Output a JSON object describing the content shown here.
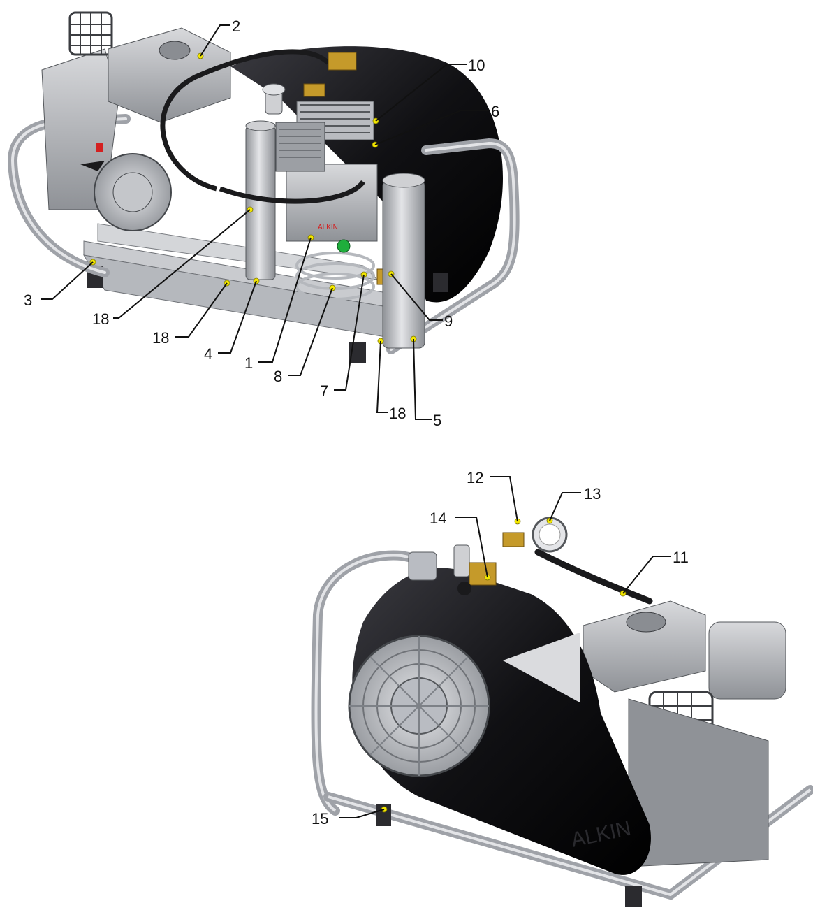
{
  "figure": {
    "brand_mark": "ALKIN",
    "colors": {
      "frame": "#b9bcc2",
      "frame_dark": "#7d8187",
      "body_dark": "#111114",
      "metal": "#a9abb0",
      "metal_light": "#d9dadd",
      "brass": "#c59a2a",
      "marker": "#f2e600",
      "green_valve": "#1fae3c",
      "red_switch": "#d42020"
    }
  },
  "callouts_top": [
    {
      "id": "c2",
      "label": "2"
    },
    {
      "id": "c10",
      "label": "10"
    },
    {
      "id": "c6",
      "label": "6"
    },
    {
      "id": "c3",
      "label": "3"
    },
    {
      "id": "c18a",
      "label": "18"
    },
    {
      "id": "c18b",
      "label": "18"
    },
    {
      "id": "c4",
      "label": "4"
    },
    {
      "id": "c1",
      "label": "1"
    },
    {
      "id": "c8",
      "label": "8"
    },
    {
      "id": "c7",
      "label": "7"
    },
    {
      "id": "c9",
      "label": "9"
    },
    {
      "id": "c18c",
      "label": "18"
    },
    {
      "id": "c5",
      "label": "5"
    }
  ],
  "callouts_bottom": [
    {
      "id": "c12",
      "label": "12"
    },
    {
      "id": "c13",
      "label": "13"
    },
    {
      "id": "c14",
      "label": "14"
    },
    {
      "id": "c11",
      "label": "11"
    },
    {
      "id": "c15",
      "label": "15"
    }
  ]
}
